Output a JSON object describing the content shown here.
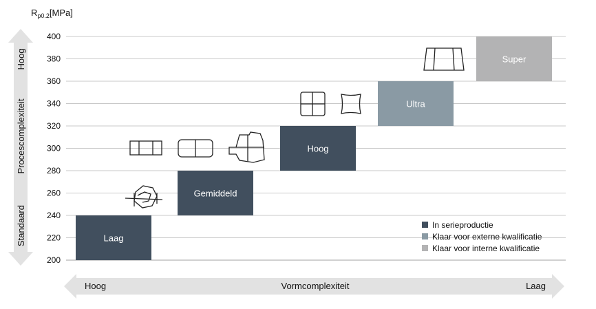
{
  "chart_data": {
    "type": "bar",
    "title": "",
    "ylabel": "R",
    "ylabel_sub": "p0.2",
    "ylabel_unit": "[MPa]",
    "xlabel": "Vormcomplexiteit",
    "x_arrow": {
      "left": "Hoog",
      "right": "Laag"
    },
    "y_arrow": {
      "top": "Hoog",
      "middle": "Procescomplexiteit",
      "bottom": "Standaard"
    },
    "ylim": [
      200,
      400
    ],
    "yticks": [
      "200",
      "220",
      "240",
      "260",
      "280",
      "300",
      "320",
      "340",
      "360",
      "380",
      "400"
    ],
    "grid": true,
    "legend_position": "bottom-right",
    "bars": [
      {
        "label": "Laag",
        "range": [
          200,
          240
        ],
        "status": "in-serieproductie",
        "color": "#414f5e"
      },
      {
        "label": "Gemiddeld",
        "range": [
          240,
          280
        ],
        "status": "in-serieproductie",
        "color": "#414f5e"
      },
      {
        "label": "Hoog",
        "range": [
          280,
          320
        ],
        "status": "in-serieproductie",
        "color": "#414f5e"
      },
      {
        "label": "Ultra",
        "range": [
          320,
          360
        ],
        "status": "klaar-extern",
        "color": "#8a9aa4"
      },
      {
        "label": "Super",
        "range": [
          360,
          400
        ],
        "status": "klaar-intern",
        "color": "#b3b3b4"
      }
    ],
    "legend": [
      {
        "name": "In serieproductie",
        "color": "#414f5e"
      },
      {
        "name": "Klaar voor externe kwalificatie",
        "color": "#8a9aa4"
      },
      {
        "name": "Klaar voor interne kwalificatie",
        "color": "#b3b3b4"
      }
    ]
  },
  "icons": {
    "shape_a": "hexagon-part-icon",
    "shape_b": "rectangular-plate-icon",
    "shape_c": "rounded-plate-icon",
    "shape_d": "complex-casting-icon",
    "shape_e": "cross-window-icon",
    "shape_f": "rounded-square-icon",
    "shape_g": "trapezoid-frame-icon"
  },
  "colors": {
    "grid": "#c8c8c8",
    "arrow": "#e2e2e2",
    "icon_stroke": "#222222"
  }
}
